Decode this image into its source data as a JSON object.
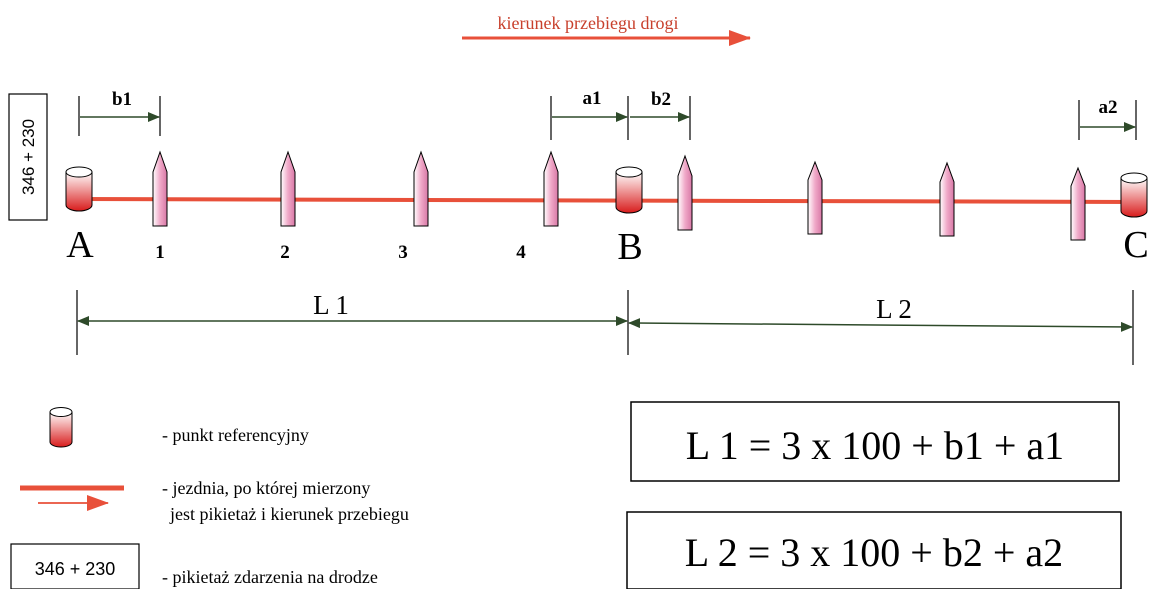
{
  "direction_label": "kierunek przebiegu drogi",
  "chainage_box": "346 + 230",
  "reference_points": [
    "A",
    "B",
    "C"
  ],
  "posts": [
    "1",
    "2",
    "3",
    "4"
  ],
  "offsets": {
    "b1": "b1",
    "a1": "a1",
    "b2": "b2",
    "a2": "a2"
  },
  "segments": {
    "l1": "L 1",
    "l2": "L 2"
  },
  "legend": {
    "reference_point": "- punkt referencyjny",
    "road_line1": "- jezdnia, po której mierzony",
    "road_line2": "jest pikietaż i kierunek przebiegu",
    "chainage_sample": "346 + 230",
    "chainage_desc": "- pikietaż zdarzenia na drodze"
  },
  "formulas": {
    "l1": "L 1 = 3 x 100 + b1 + a1",
    "l2": "L 2 = 3 x 100 + b2 + a2"
  },
  "colors": {
    "road": "#e8503a",
    "arrow": "#2e4a2a",
    "post": "#e8a0c0"
  }
}
